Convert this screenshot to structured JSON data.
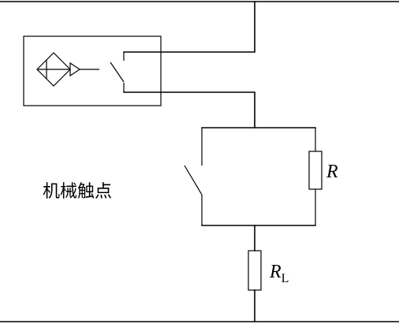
{
  "labels": {
    "mechanical_contact": "机械触点",
    "resistor_r": "R",
    "resistor_rl_main": "R",
    "resistor_rl_sub": "L"
  }
}
